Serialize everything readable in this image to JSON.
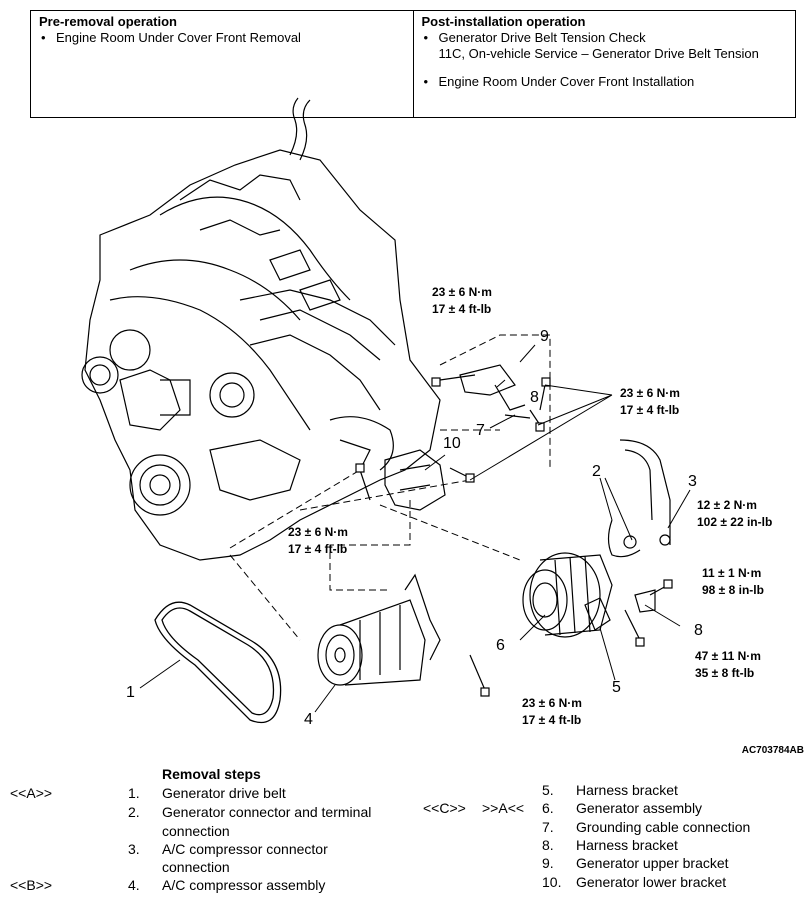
{
  "pre_removal": {
    "title": "Pre-removal operation",
    "items": [
      "Engine Room Under Cover Front Removal"
    ]
  },
  "post_installation": {
    "title": "Post-installation operation",
    "item1": "Generator Drive Belt Tension Check",
    "item1_sub": "11C, On-vehicle Service – Generator Drive Belt Tension",
    "item2": "Engine Room Under Cover Front Installation"
  },
  "torques": {
    "t1_nm": "23 ± 6 N·m",
    "t1_ft": "17 ± 4 ft-lb",
    "t2_nm": "23 ± 6 N·m",
    "t2_ft": "17 ± 4 ft-lb",
    "t3_nm": "23 ± 6 N·m",
    "t3_ft": "17 ± 4 ft-lb",
    "t4_nm": "12 ± 2 N·m",
    "t4_in": "102 ± 22 in-lb",
    "t5_nm": "11 ± 1 N·m",
    "t5_in": "98 ± 8 in-lb",
    "t6_nm": "47 ± 11 N·m",
    "t6_ft": "35 ± 8 ft-lb",
    "t7_nm": "23 ± 6 N·m",
    "t7_ft": "17 ± 4 ft-lb"
  },
  "callouts": [
    "1",
    "2",
    "3",
    "4",
    "5",
    "6",
    "7",
    "8",
    "8",
    "9",
    "10"
  ],
  "figure_code": "AC703784AB",
  "removal_steps": {
    "heading": "Removal steps",
    "tags": {
      "a": "<<A>>",
      "b": "<<B>>",
      "c": "<<C>>",
      "a2": ">>A<<"
    },
    "left": [
      {
        "num": "1.",
        "text": "Generator drive belt"
      },
      {
        "num": "2.",
        "text": "Generator connector and terminal",
        "text2": "connection"
      },
      {
        "num": "3.",
        "text": "A/C compressor connector",
        "text2": "connection"
      },
      {
        "num": "4.",
        "text": "A/C compressor assembly"
      }
    ],
    "right": [
      {
        "num": "5.",
        "text": "Harness bracket"
      },
      {
        "num": "6.",
        "text": "Generator assembly"
      },
      {
        "num": "7.",
        "text": "Grounding cable connection"
      },
      {
        "num": "8.",
        "text": "Harness bracket"
      },
      {
        "num": "9.",
        "text": "Generator upper bracket"
      },
      {
        "num": "10.",
        "text": "Generator lower bracket"
      }
    ]
  }
}
